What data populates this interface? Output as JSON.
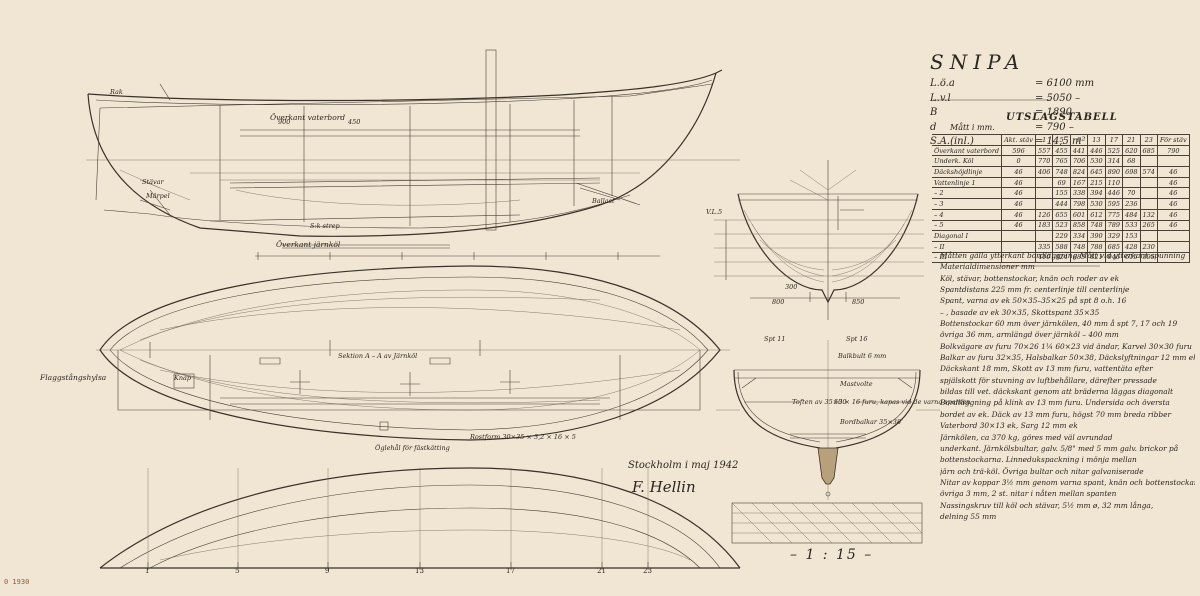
{
  "title": "SNIPA",
  "dimensions": [
    {
      "label": "L.ö.a",
      "value": "= 6100 mm"
    },
    {
      "label": "L.v.l",
      "value": "= 5050 –"
    },
    {
      "label": "B",
      "value": "= 1890 –"
    },
    {
      "label": "d",
      "value": "= 790 –"
    },
    {
      "label": "S.A.(inl.)",
      "value": "= 14,5 m²"
    }
  ],
  "offset_table": {
    "title": "UTSLAGSTABELL",
    "unit_note": "Mått i mm.",
    "header": [
      "",
      "Akt. stäv",
      "1",
      "5",
      "9",
      "13",
      "17",
      "21",
      "23",
      "För stäv"
    ],
    "rows": [
      [
        "Överkant vaterbord",
        "596",
        "557",
        "455",
        "441",
        "446",
        "525",
        "620",
        "685",
        "790"
      ],
      [
        "Underk. Köl",
        "0",
        "770",
        "765",
        "706",
        "530",
        "314",
        "68",
        "",
        ""
      ],
      [
        "Däckshöjdlinje",
        "46",
        "406",
        "748",
        "824",
        "645",
        "890",
        "698",
        "574",
        "46"
      ],
      [
        "Vattenlinje 1",
        "46",
        "",
        "69",
        "167",
        "215",
        "110",
        "",
        "",
        "46"
      ],
      [
        "– 2",
        "46",
        "",
        "155",
        "338",
        "394",
        "446",
        "70",
        "",
        "46"
      ],
      [
        "– 3",
        "46",
        "",
        "444",
        "798",
        "530",
        "595",
        "236",
        "",
        "46"
      ],
      [
        "– 4",
        "46",
        "126",
        "655",
        "601",
        "612",
        "775",
        "484",
        "132",
        "46"
      ],
      [
        "– 5",
        "46",
        "183",
        "523",
        "858",
        "748",
        "789",
        "533",
        "265",
        "46"
      ],
      [
        "Diagonal I",
        "",
        "",
        "229",
        "334",
        "390",
        "329",
        "153",
        "",
        ""
      ],
      [
        "– II",
        "",
        "335",
        "588",
        "748",
        "788",
        "685",
        "428",
        "230",
        ""
      ],
      [
        "– III",
        "",
        "410",
        "824",
        "885",
        "821",
        "946",
        "615",
        "395",
        ""
      ]
    ]
  },
  "notes": [
    "Måtten gälla ytterkant bordläggning     Mått vid ytterkant spunning",
    "Materialdimensioner mm",
    "Köl, stävar, bottenstockar, knän och roder av ek",
    "Spantdistans 225 mm fr. centerlinje till centerlinje",
    "Spant, varna av ek 50×35–35×25 på spt 8 o.h. 16",
    "– , basade av ek 30×35, Skottspant 35×35",
    "Bottenstockar 60 mm över järnkölen, 40 mm å spt 7, 17 och 19",
    "övriga 36 mm, armlängd över järnköl – 400 mm",
    "Bolkvägare av furu 70×26 1¼ 60×23 vid ändar, Karvel 30×30 furu",
    "Balkar av furu 32×35, Halsbalkar 50×38, Däckslyftningar 12 mm ek",
    "Däckskant 18 mm, Skott av 13 mm furu, vattentäta efter",
    "spjälskott för stuvning av luftbehållare, därefter pressade",
    "bildas till vet. däckskant genom att bräderna läggas diagonalt",
    "Bordläggning på klink av 13 mm furu. Undersida och översta",
    "bordet av ek. Däck av 13 mm furu, högst 70 mm breda ribber",
    "Vaterbord 30×13 ek, Sarg 12 mm ek",
    "Järnkölen, ca 370 kg, göres                med väl avrundad",
    "underkant. Järnkölsbultar, galv. 5/8\" med 5 mm galv. brickor på",
    "bottenstockarna. Linnedukspackning i mönja mellan",
    "järn och trä-köl. Övriga bultar och nitar galvaniserade",
    "Nitar av koppar 3½ mm genom varna spant, knän och bottenstockar,",
    "övriga 3 mm, 2 st. nitar i nåten mellan spanten",
    "Nassingskruv till köl och stävar, 5½ mm ø, 32 mm långa,",
    "delning 55 mm"
  ],
  "labels": {
    "overkant_vaterbord": "Överkant vaterbord",
    "dim_900": "900",
    "dim_450": "450",
    "overkant_jarnkol": "Överkant järnköl",
    "sk_strep": "S:k strep",
    "ballast": "Ballast",
    "stavar": "Stävar",
    "maerpel": "Märpel",
    "flaggstang": "Flaggstångshylsa",
    "knap": "Knap",
    "sektion": "Sektion A – A av Järnköl",
    "oglehal": "Öglehål för fästkätting",
    "rostform": "Rostform 30×35 × 3,2 × 16 × 5",
    "spt11": "Spt 11",
    "spt16": "Spt 16",
    "balkbult": "Balkbult 6 mm",
    "mastvolte": "Mastvolte",
    "furu": "50 × 16 furu, kapas vid de varna spanten",
    "tofter": "Toften av 35×30",
    "bordbalkar": "Bordbalkar 35×38",
    "dim_300": "300",
    "dim_800": "800",
    "dim_850": "850",
    "vl5": "V.L.5",
    "rak": "Rak"
  },
  "signature": {
    "place_date": "Stockholm i maj 1942",
    "name": "F. Hellin"
  },
  "scale": "– 1 : 15 –",
  "stamp": "0  1930",
  "stations": [
    "1",
    "5",
    "9",
    "13",
    "17",
    "21",
    "23"
  ]
}
